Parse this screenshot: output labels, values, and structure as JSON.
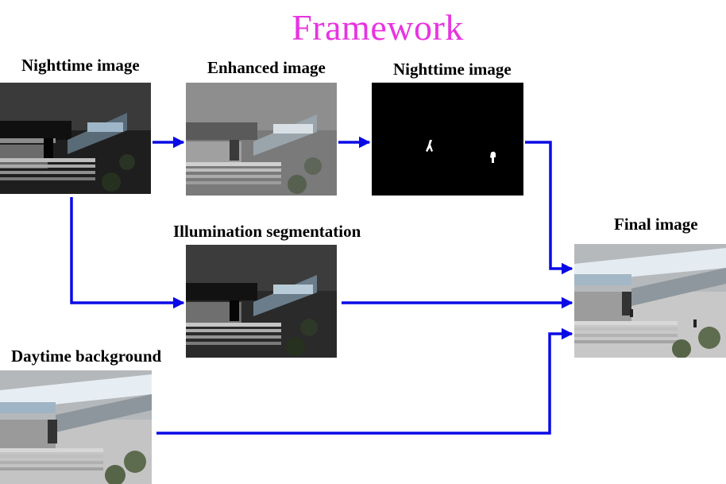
{
  "title": "Framework",
  "colors": {
    "title": "#e834e0",
    "arrow": "#0a0ae6"
  },
  "nodes": {
    "night": {
      "label": "Nighttime image",
      "picture": "night-scene-photo"
    },
    "enhanced": {
      "label": "Enhanced image",
      "picture": "enhanced-scene-photo"
    },
    "mask": {
      "label": "Nighttime image",
      "picture": "foreground-mask"
    },
    "illum": {
      "label": "Illumination segmentation",
      "picture": "illumination-segmented-photo"
    },
    "day": {
      "label": "Daytime background",
      "picture": "daytime-background-photo"
    },
    "final": {
      "label": "Final image",
      "picture": "fused-final-photo"
    }
  }
}
